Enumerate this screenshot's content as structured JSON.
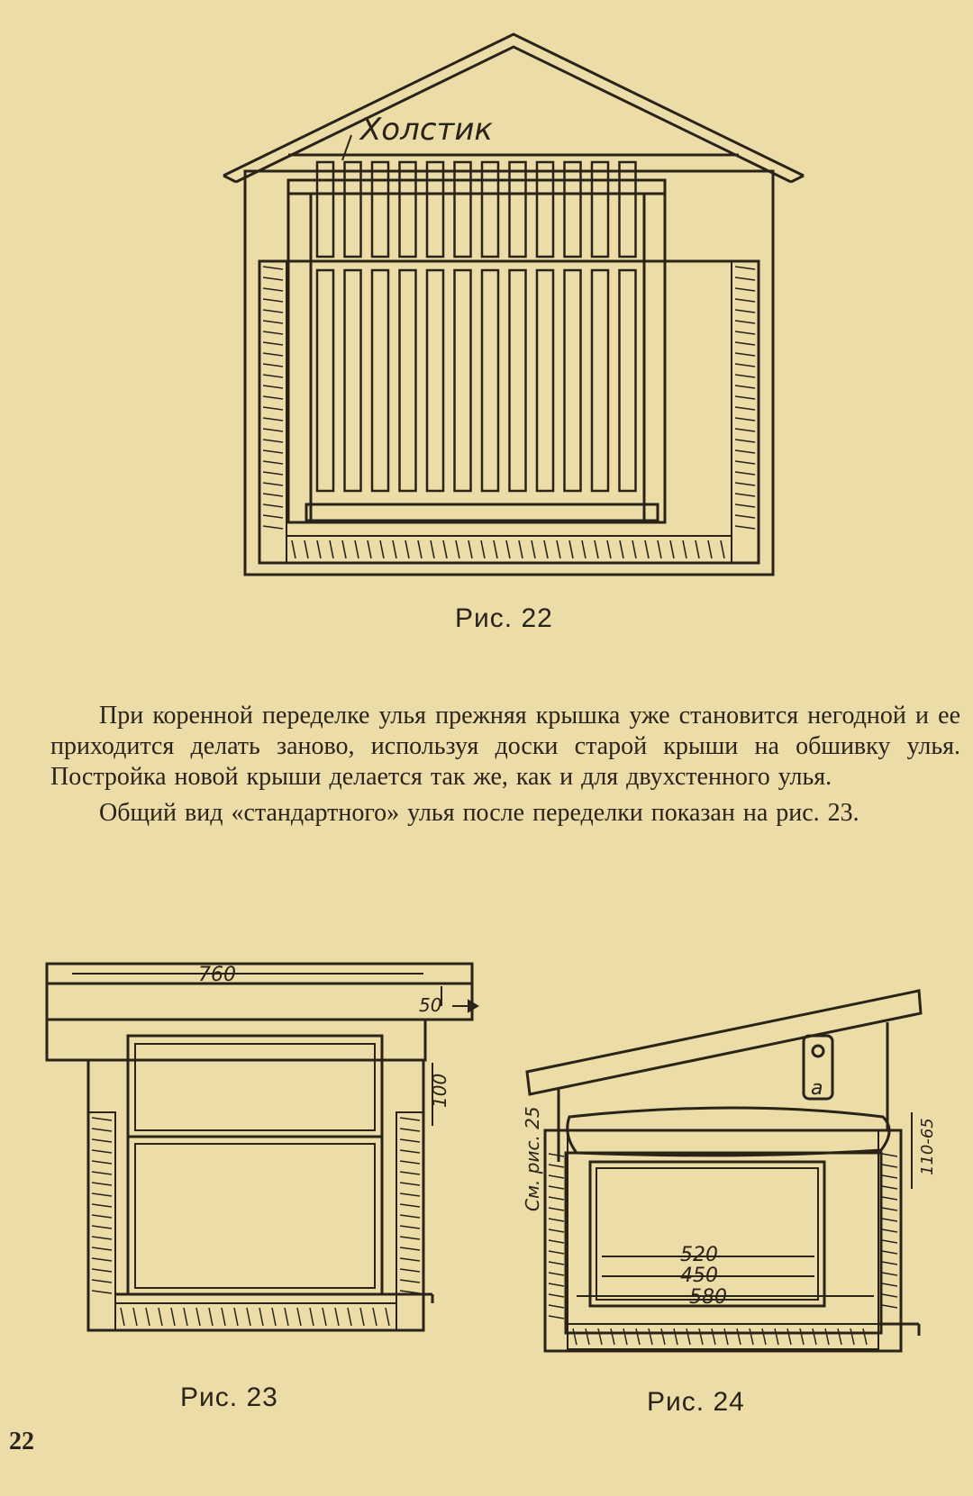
{
  "figures": {
    "fig22": {
      "caption": "Рис. 22",
      "labels": {
        "top_quilt": "Холстик"
      }
    },
    "fig23": {
      "caption": "Рис. 23",
      "dimensions": {
        "width": "760",
        "wall": "50",
        "height": "100"
      }
    },
    "fig24": {
      "caption": "Рис. 24",
      "dimensions": {
        "d1": "520",
        "d2": "450",
        "d3": "580",
        "gap": "110-65"
      },
      "labels": {
        "ref": "См. рис. 25",
        "part": "а"
      }
    }
  },
  "text": {
    "paragraphs": [
      "При коренной переделке улья прежняя крышка уже становится негодной и ее приходится делать заново, используя доски старой крыши на обшивку улья. Постройка новой крыши делается так же, как и для двухстенного улья.",
      "Общий вид «стандартного» улья после переделки показан на рис. 23."
    ]
  },
  "page_number": "22"
}
